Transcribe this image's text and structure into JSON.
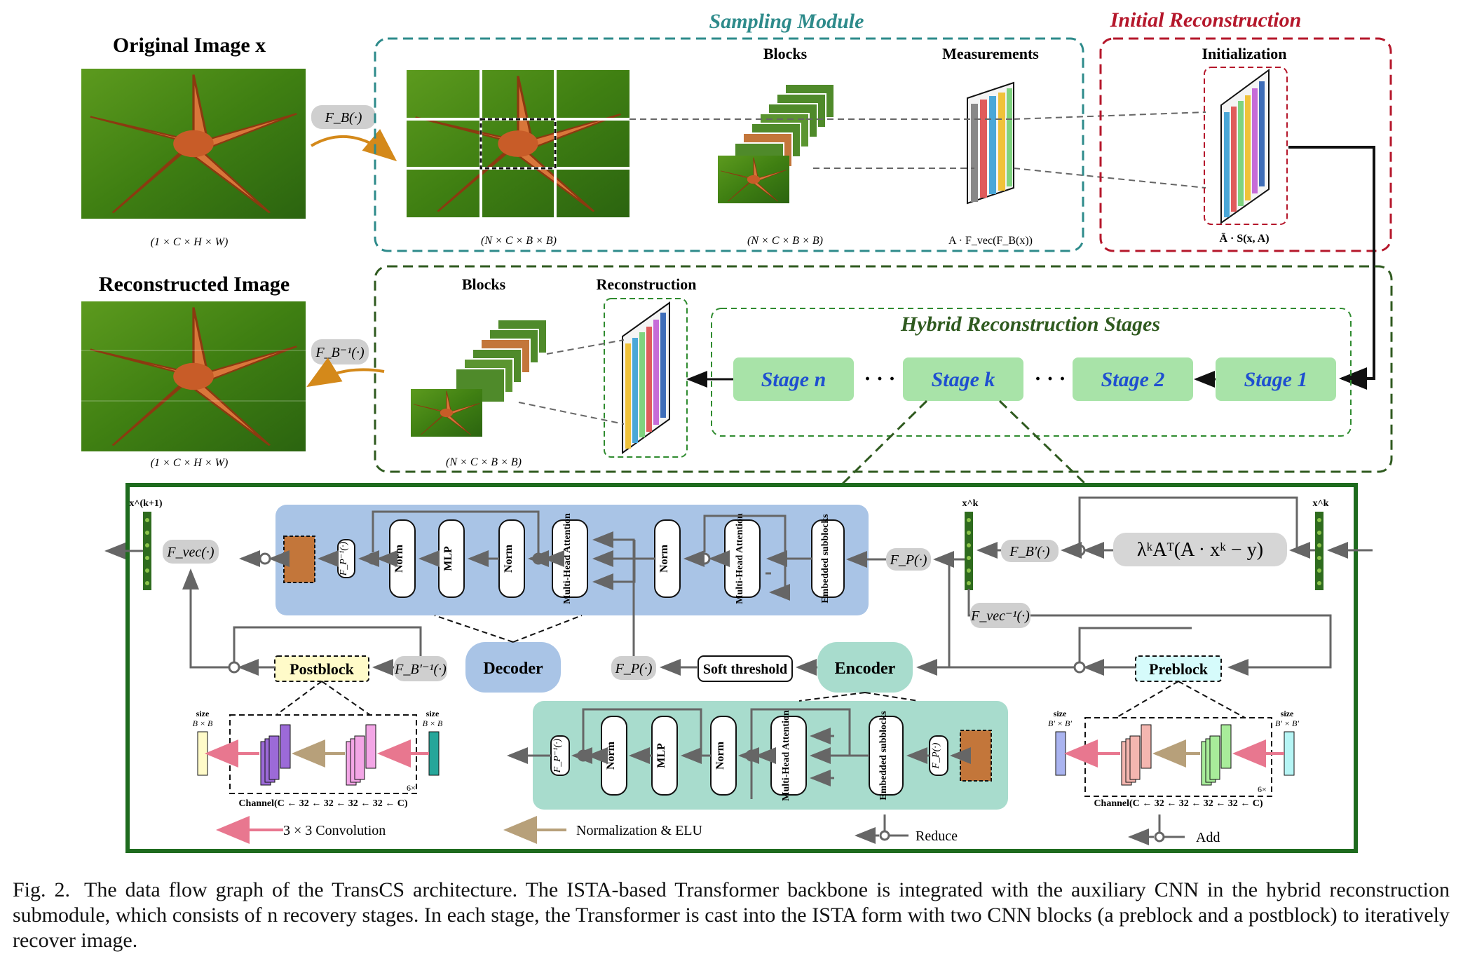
{
  "colors": {
    "sampling_border": "#2e8b8b",
    "initial_border": "#b5172b",
    "hybrid_border": "#2f5a1f",
    "stage_fill": "#a8e3a8",
    "stage_text": "#1f4fd0",
    "decoder_panel": "#a9c4e6",
    "encoder_panel": "#a8dccd",
    "postblock_fill": "#fffbc9",
    "preblock_fill": "#d6fbfb",
    "conv_arrow": "#e8778f",
    "norm_arrow": "#b7a07a",
    "outer_border": "#1e6b1e"
  },
  "top": {
    "original_title": "Original Image x",
    "original_dims": "(1 × C × H × W)",
    "fb_label": "F_B(·)",
    "sampling_title": "Sampling Module",
    "sampling_blocks_dims": "(N × C × B × B)",
    "blocks_label": "Blocks",
    "blocks_dims": "(N × C × B × B)",
    "measurements_label": "Measurements",
    "measurements_formula": "A · F_vec(F_B(x))",
    "initial_title": "Initial Reconstruction",
    "initialization_label": "Initialization",
    "initialization_formula": "Ā · S(x, A)"
  },
  "middle": {
    "reconstructed_title": "Reconstructed Image",
    "reconstructed_dims": "(1 × C × H × W)",
    "fb_inv_label": "F_B⁻¹(·)",
    "blocks_label": "Blocks",
    "blocks_dims": "(N × C × B × B)",
    "reconstruction_label": "Reconstruction",
    "hybrid_title": "Hybrid Reconstruction Stages",
    "stages": [
      "Stage n",
      "Stage k",
      "Stage 2",
      "Stage 1"
    ],
    "dots": "· · ·"
  },
  "detail": {
    "x_next": "x^(k+1)",
    "x_k": "x^k",
    "fvec": "F_vec(·)",
    "fp_inv": "F_P⁻¹(·)",
    "fp": "F_P(·)",
    "fb_prime": "F_B′(·)",
    "fvec_inv": "F_vec⁻¹(·)",
    "fb_prime_inv": "F_B′⁻¹(·)",
    "gradient_formula": "λᵏAᵀ(A · xᵏ − y)",
    "norm": "Norm",
    "mlp": "MLP",
    "mha": "Multi-Head Attention",
    "embedded": "Embedded subblocks",
    "decoder": "Decoder",
    "encoder": "Encoder",
    "soft_threshold": "Soft threshold",
    "postblock": "Postblock",
    "preblock": "Preblock",
    "size_label": "size",
    "size_bb": "B × B",
    "size_bpbp": "B′ × B′",
    "repeat": "6×",
    "channel_seq": "Channel(C ← 32 ← 32 ← 32 ← 32 ← C)",
    "legend_conv": "3 × 3 Convolution",
    "legend_norm": "Normalization & ELU",
    "legend_reduce": "Reduce",
    "legend_add": "Add"
  },
  "caption": {
    "label": "Fig. 2.",
    "text": "The data flow graph of the TransCS architecture. The ISTA-based Transformer backbone is integrated with the auxiliary CNN in the hybrid reconstruction submodule, which consists of n recovery stages. In each stage, the Transformer is cast into the ISTA form with two CNN blocks (a preblock and a postblock) to iteratively recover image."
  }
}
